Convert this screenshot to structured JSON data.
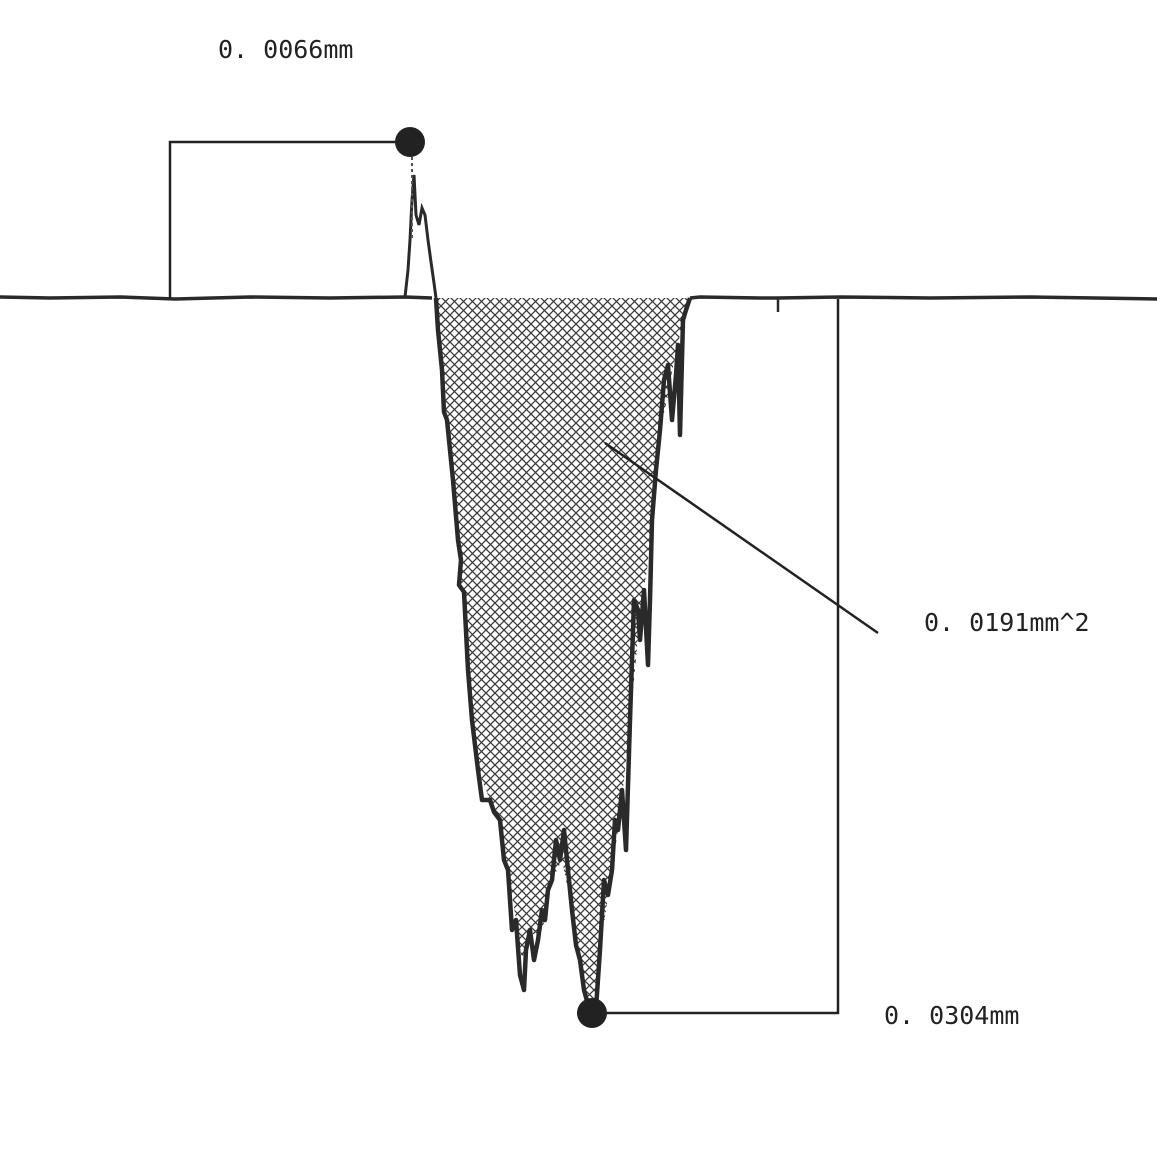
{
  "labels": {
    "height_measure": "0. 0066mm",
    "area_measure": "0. 0191mm^2",
    "depth_measure": "0. 0304mm"
  },
  "colors": {
    "profile_line": "#2a2a2a",
    "hatch": "#3a3a3a",
    "bracket": "#222222",
    "marker": "#222222"
  }
}
